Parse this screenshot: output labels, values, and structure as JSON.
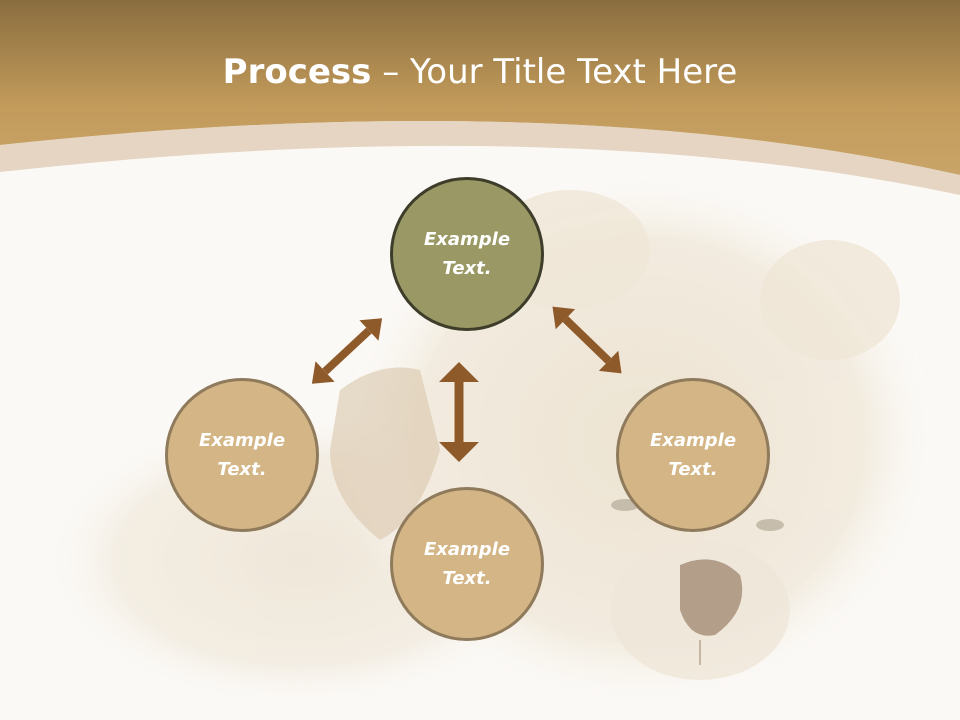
{
  "title": {
    "bold": "Process",
    "dash": " – ",
    "rest": "Your Title Text Here"
  },
  "nodes": {
    "top": {
      "line1": "Example",
      "line2": "Text."
    },
    "left": {
      "line1": "Example",
      "line2": "Text."
    },
    "right": {
      "line1": "Example",
      "line2": "Text."
    },
    "bottom": {
      "line1": "Example",
      "line2": "Text."
    }
  },
  "colors": {
    "header_gold": "#c49d5c",
    "top_circle_fill": "#9a9966",
    "side_circle_fill": "#d3b586",
    "arrow": "#8f5a2a"
  },
  "background_image": "teddy-bear-photo"
}
